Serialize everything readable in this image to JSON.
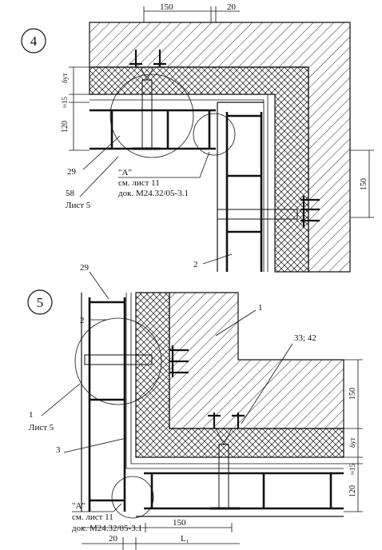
{
  "details": [
    {
      "number": "4",
      "dimensions": {
        "top_left": "150",
        "top_right": "20",
        "insulation": "δут",
        "gap": "≈15",
        "frame": "120",
        "side": "150"
      },
      "callouts": {
        "ref_29": "29",
        "ref_58": "58",
        "sheet_58": "Лист 5",
        "node_a": "\"А\"",
        "node_a_sheet": "см. лист 11",
        "node_a_doc": "док. М24.32/05-3.1",
        "ref_2": "2"
      }
    },
    {
      "number": "5",
      "dimensions": {
        "right_top": "150",
        "insulation": "δут",
        "gap": "≈15",
        "frame": "120",
        "bottom_1": "150",
        "bottom_2": "20",
        "bottom_3": "L₁"
      },
      "callouts": {
        "ref_29": "29",
        "ref_2": "2",
        "ref_1": "1",
        "ref_33_42": "33; 42",
        "ref_1_sheet": "1",
        "sheet_1": "Лист 5",
        "ref_3": "3",
        "node_a": "\"А\"",
        "node_a_sheet": "см. лист 11",
        "node_a_doc": "док. М24.32/05-3.1"
      }
    }
  ]
}
